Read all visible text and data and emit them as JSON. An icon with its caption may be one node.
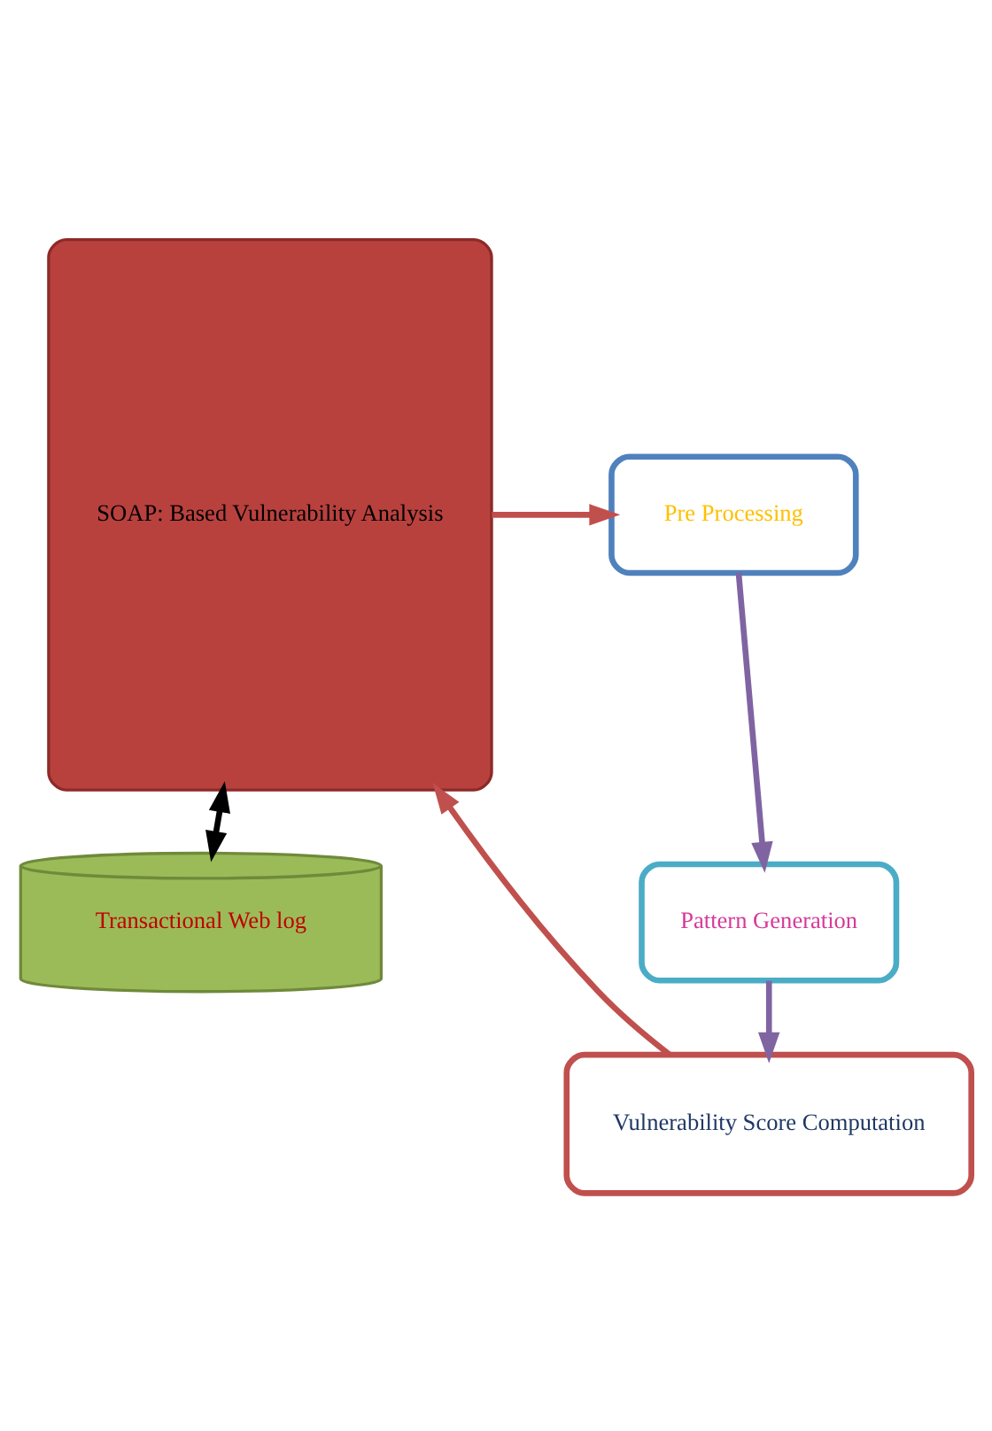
{
  "diagram": {
    "nodes": [
      {
        "text": [
          "SOAP: Based Vulnerability Analysis"
        ]
      },
      {
        "text": [
          "Pre Processing"
        ]
      },
      {
        "text": [
          "Pattern Generation"
        ]
      },
      {
        "text": [
          "Vulnerability Score Computation"
        ]
      },
      {
        "text": [
          "Transactional Web log"
        ]
      }
    ],
    "edges": [
      {
        "from": 0,
        "to": 1,
        "arrow": "to",
        "color": "#c0504d"
      },
      {
        "from": 1,
        "to": 2,
        "arrow": "to",
        "color": "#8064a2"
      },
      {
        "from": 2,
        "to": 3,
        "arrow": "to",
        "color": "#8064a2"
      },
      {
        "from": 3,
        "to": 0,
        "arrow": "to",
        "color": "#c0504d"
      },
      {
        "from": 0,
        "to": 4,
        "arrow": "both",
        "color": "#000000"
      }
    ]
  }
}
